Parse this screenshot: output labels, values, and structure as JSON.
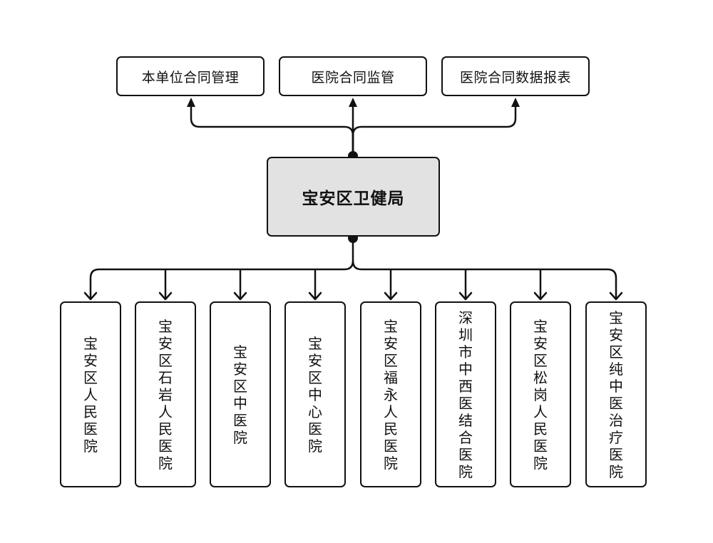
{
  "top_nodes": [
    {
      "label": "本单位合同管理"
    },
    {
      "label": "医院合同监管"
    },
    {
      "label": "医院合同数据报表"
    }
  ],
  "center_node": {
    "label": "宝安区卫健局"
  },
  "hospitals": [
    {
      "label": "宝安区人民医院"
    },
    {
      "label": "宝安区石岩人民医院"
    },
    {
      "label": "宝安区中医院"
    },
    {
      "label": "宝安区中心医院"
    },
    {
      "label": "宝安区福永人民医院"
    },
    {
      "label": "深圳市中西医结合医院"
    },
    {
      "label": "宝安区松岗人民医院"
    },
    {
      "label": "宝安区纯中医治疗医院"
    }
  ],
  "colors": {
    "stroke": "#111111",
    "center_fill": "#e2e2e2",
    "background": "#ffffff"
  }
}
